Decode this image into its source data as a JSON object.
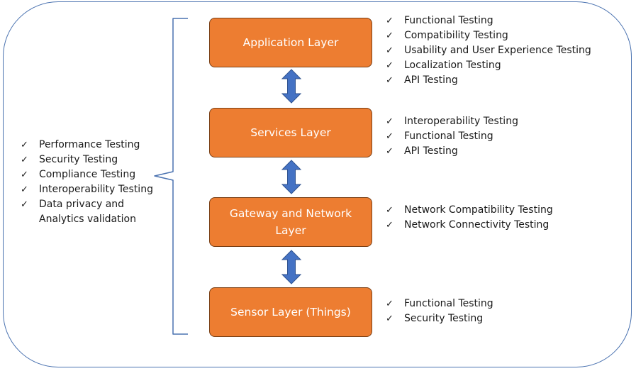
{
  "layers": [
    {
      "label": "Application Layer"
    },
    {
      "label": "Services Layer"
    },
    {
      "label": "Gateway and Network Layer"
    },
    {
      "label": "Sensor Layer (Things)"
    }
  ],
  "check_mark": "✓",
  "application_tests": [
    "Functional Testing",
    "Compatibility Testing",
    "Usability and User Experience Testing",
    "Localization Testing",
    "API Testing"
  ],
  "services_tests": [
    "Interoperability Testing",
    "Functional Testing",
    "API Testing"
  ],
  "gateway_tests": [
    "Network Compatibility Testing",
    "Network Connectivity Testing"
  ],
  "sensor_tests": [
    "Functional Testing",
    "Security Testing"
  ],
  "cross_layer_tests": [
    "Performance Testing",
    "Security Testing",
    "Compliance Testing",
    "Interoperability Testing",
    "Data privacy and Analytics validation"
  ],
  "colors": {
    "layer_fill": "#ed7d31",
    "layer_border": "#7a3f14",
    "arrow_fill": "#4472c4",
    "frame_stroke": "#4a72b0"
  },
  "icons": {
    "connector": "double-headed-vertical-arrow-icon",
    "bullet": "check-mark-icon",
    "grouping": "curly-brace-icon"
  }
}
